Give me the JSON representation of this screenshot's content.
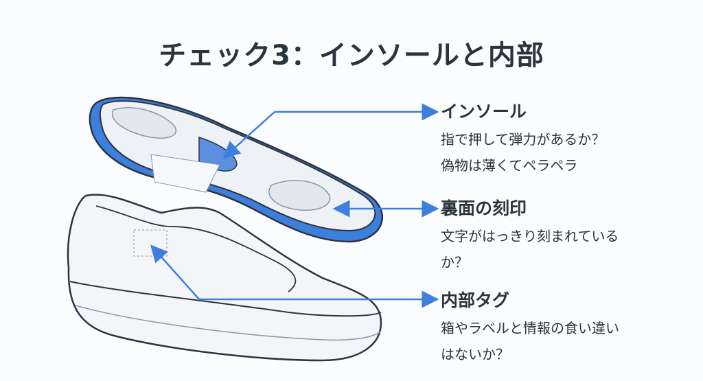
{
  "title": "チェック3：インソールと内部",
  "colors": {
    "accent": "#3d7fdc",
    "text": "#2b333b",
    "outline": "#2c3440"
  },
  "callouts": [
    {
      "heading": "インソール",
      "lines": [
        "指で押して弾力があるか？",
        "偽物は薄くてペラペラ"
      ]
    },
    {
      "heading": "裏面の刻印",
      "lines": [
        "文字がはっきり刻まれている",
        "か？"
      ]
    },
    {
      "heading": "内部タグ",
      "lines": [
        "箱やラベルと情報の食い違い",
        "はないか？"
      ]
    }
  ]
}
